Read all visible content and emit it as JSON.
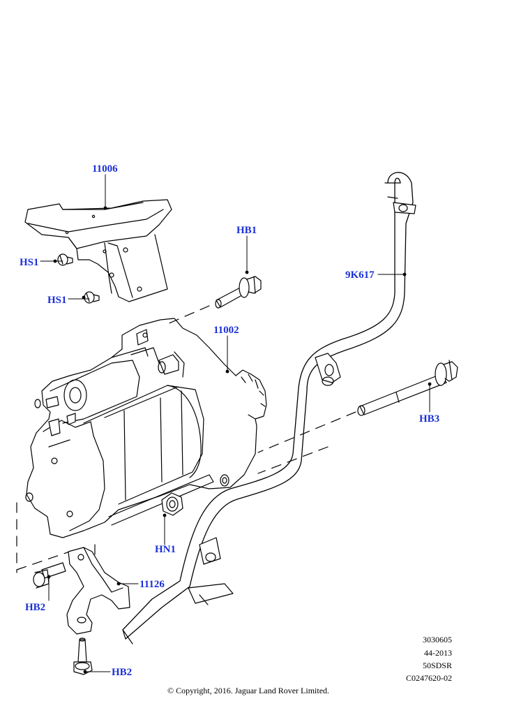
{
  "callouts": {
    "bracket_top": "11006",
    "hs1_upper": "HS1",
    "hs1_lower": "HS1",
    "hb1": "HB1",
    "starter_motor": "11002",
    "cable": "9K617",
    "hb3": "HB3",
    "hn1": "HN1",
    "hb2_upper": "HB2",
    "bracket_lower": "11126",
    "hb2_lower": "HB2"
  },
  "reference": {
    "line1": "3030605",
    "line2": "44-2013",
    "line3": "50SDSR",
    "line4": "C0247620-02"
  },
  "copyright": "© Copyright, 2016. Jaguar Land Rover Limited.",
  "colors": {
    "callout_text": "#1a2fd6",
    "line_art": "#000000",
    "background": "#ffffff"
  }
}
